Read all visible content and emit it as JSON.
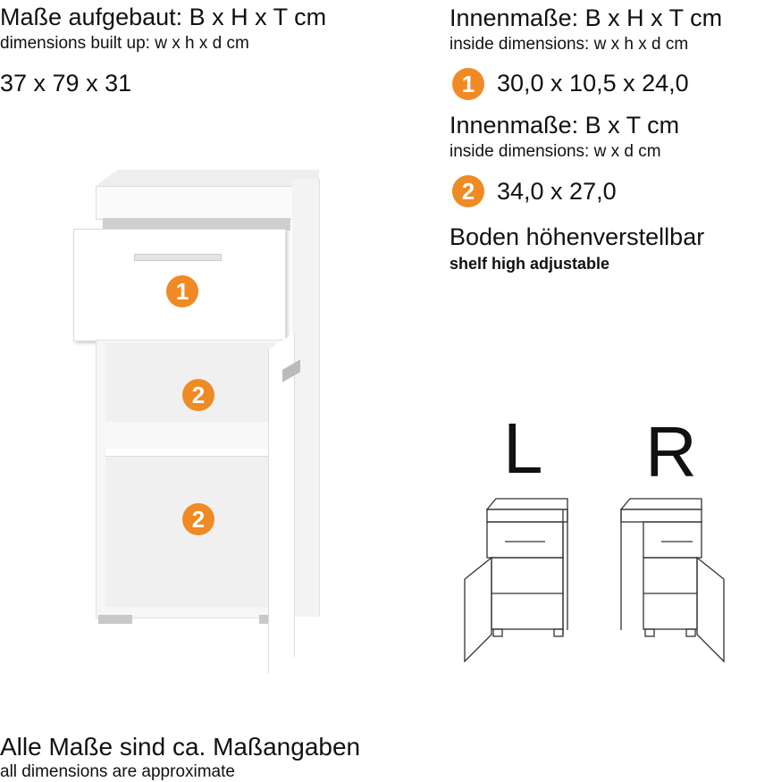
{
  "left": {
    "title_de": "Maße aufgebaut: B x H x T cm",
    "title_en": "dimensions built up: w x h x d cm",
    "dimensions": "37 x 79 x 31"
  },
  "right": {
    "inner1_de": "Innenmaße: B x H x T cm",
    "inner1_en": "inside dimensions: w x h x d cm",
    "inner1_badge": "1",
    "inner1_value": "30,0 x 10,5 x 24,0",
    "inner2_de": "Innenmaße: B x T cm",
    "inner2_en": "inside dimensions: w x d cm",
    "inner2_badge": "2",
    "inner2_value": "34,0 x 27,0",
    "shelf_de": "Boden höhenverstellbar",
    "shelf_en": "shelf high adjustable"
  },
  "cabinet": {
    "badge_drawer": "1",
    "badge_upper": "2",
    "badge_lower": "2"
  },
  "variants": {
    "left_label": "L",
    "right_label": "R"
  },
  "footer": {
    "note_de": "Alle Maße sind ca. Maßangaben",
    "note_en": "all dimensions are approximate"
  },
  "colors": {
    "accent": "#f08a24"
  }
}
